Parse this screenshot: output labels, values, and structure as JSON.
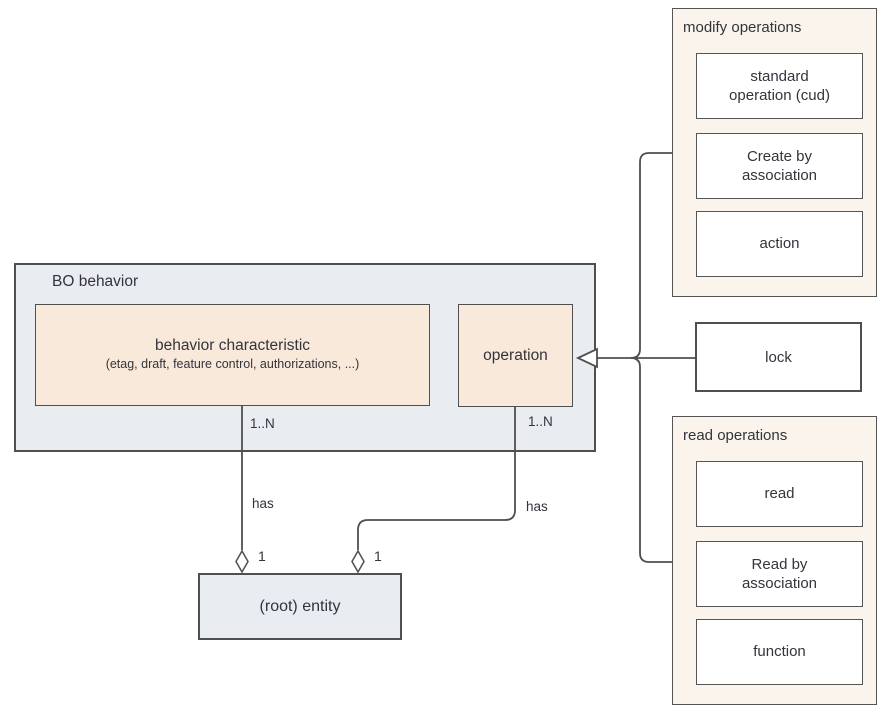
{
  "diagram": {
    "bo_behavior": {
      "title": "BO behavior",
      "behavior_characteristic": {
        "title": "behavior characteristic",
        "subtitle": "(etag, draft, feature control, authorizations, ...)",
        "multiplicity": "1..N"
      },
      "operation": {
        "title": "operation",
        "multiplicity": "1..N"
      }
    },
    "root_entity": {
      "label": "(root) entity"
    },
    "relations": {
      "has_left": "has",
      "has_right": "has",
      "one_left": "1",
      "one_right": "1"
    },
    "modify_operations": {
      "title": "modify operations",
      "items": [
        {
          "label": "standard\noperation (cud)"
        },
        {
          "label": "Create by\nassociation"
        },
        {
          "label": "action"
        }
      ]
    },
    "lock": {
      "label": "lock"
    },
    "read_operations": {
      "title": "read operations",
      "items": [
        {
          "label": "read"
        },
        {
          "label": "Read by\nassociation"
        },
        {
          "label": "function"
        }
      ]
    },
    "colors": {
      "container_fill": "#e9edf2",
      "characteristic_fill": "#f9e9da",
      "group_fill": "#faf4ec",
      "item_fill": "#ffffff",
      "border": "#4f4f4f",
      "connector": "#4f4f4f",
      "text": "#33343c"
    }
  }
}
